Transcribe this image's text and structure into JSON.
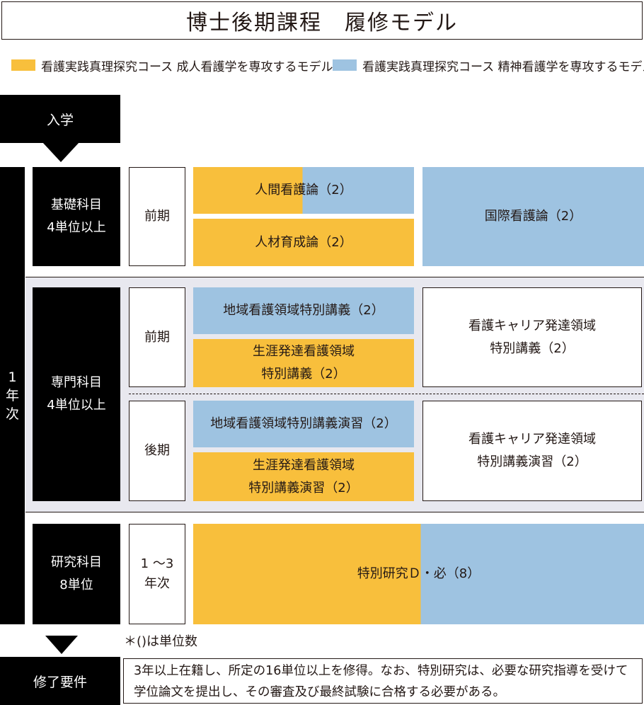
{
  "title": "博士後期課程　履修モデル",
  "legend": [
    {
      "color": "#f8bf3c",
      "label": "看護実践真理探究コース 成人看護学を専攻するモデル"
    },
    {
      "color": "#9ec3e1",
      "label": "看護実践真理探究コース 精神看護学を専攻するモデル"
    }
  ],
  "entry_label": "入学",
  "year_label": "1\n年\n次",
  "sections": {
    "basic": {
      "label": "基礎科目\n4単位以上",
      "term": "前期",
      "courses": [
        "人間看護論（2）",
        "人材育成論（2）",
        "国際看護論（2）"
      ]
    },
    "specialty": {
      "label": "専門科目\n4単位以上",
      "term_first": "前期",
      "term_second": "後期",
      "courses_first": [
        "地域看護領域特別講義（2）",
        "生涯発達看護領域\n特別講義（2）",
        "看護キャリア発達領域\n特別講義（2）"
      ],
      "courses_second": [
        "地域看護領域特別講義演習（2）",
        "生涯発達看護領域\n特別講義演習（2）",
        "看護キャリア発達領域\n特別講義演習（2）"
      ]
    },
    "research": {
      "label": "研究科目\n8単位",
      "term": "1 ～3\n年次",
      "course": "特別研究Ｄ・必（8）"
    }
  },
  "note": "＊()は単位数",
  "completion": {
    "label": "修了要件",
    "text": "3年以上在籍し、所定の16単位以上を修得。なお、特別研究は、必要な研究指導を受けて学位論文を提出し、その審査及び最終試験に合格する必要がある。"
  },
  "colors": {
    "orange": "#f8bf3c",
    "blue": "#9ec3e1",
    "black": "#000000",
    "band": "#e8e8ef"
  }
}
